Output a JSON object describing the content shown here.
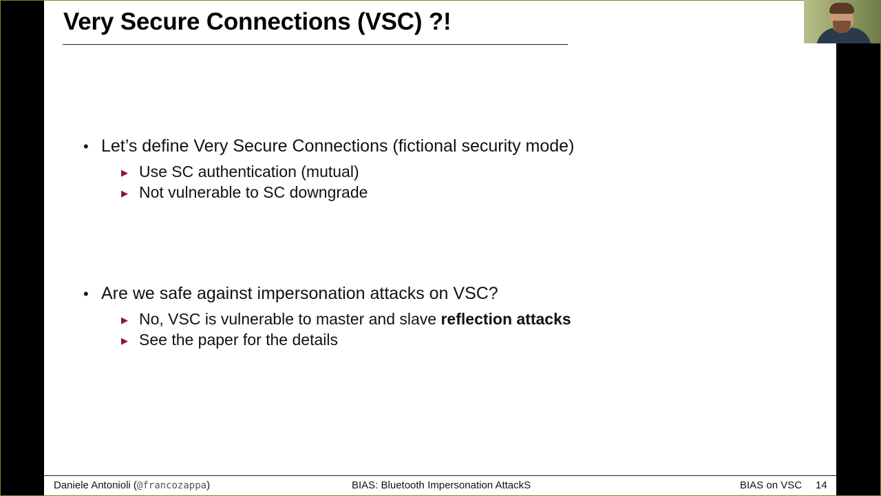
{
  "slide": {
    "title": "Very Secure Connections (VSC) ?!",
    "bullets": [
      {
        "text": "Let’s define Very Secure Connections (fictional security mode)",
        "subs": [
          {
            "text": "Use SC authentication (mutual)"
          },
          {
            "text": "Not vulnerable to SC downgrade"
          }
        ]
      },
      {
        "text": "Are we safe against impersonation attacks on VSC?",
        "subs": [
          {
            "text": "No, VSC is vulnerable to master and slave ",
            "bold": "reflection attacks"
          },
          {
            "text": "See the paper for the details"
          }
        ]
      }
    ]
  },
  "footer": {
    "author": "Daniele Antonioli (",
    "handle": "@francozappa",
    "author_close": ")",
    "talk_title": "BIAS: Bluetooth Impersonation AttackS",
    "section": "BIAS on VSC",
    "page": "14"
  },
  "glyphs": {
    "bullet": "•",
    "sub_bullet": "▶"
  },
  "colors": {
    "slide_bg": "#ffffff",
    "sub_bullet": "#8b1a2b",
    "frame": "#6a8c2a"
  },
  "icons": {
    "webcam": "presenter-webcam"
  }
}
